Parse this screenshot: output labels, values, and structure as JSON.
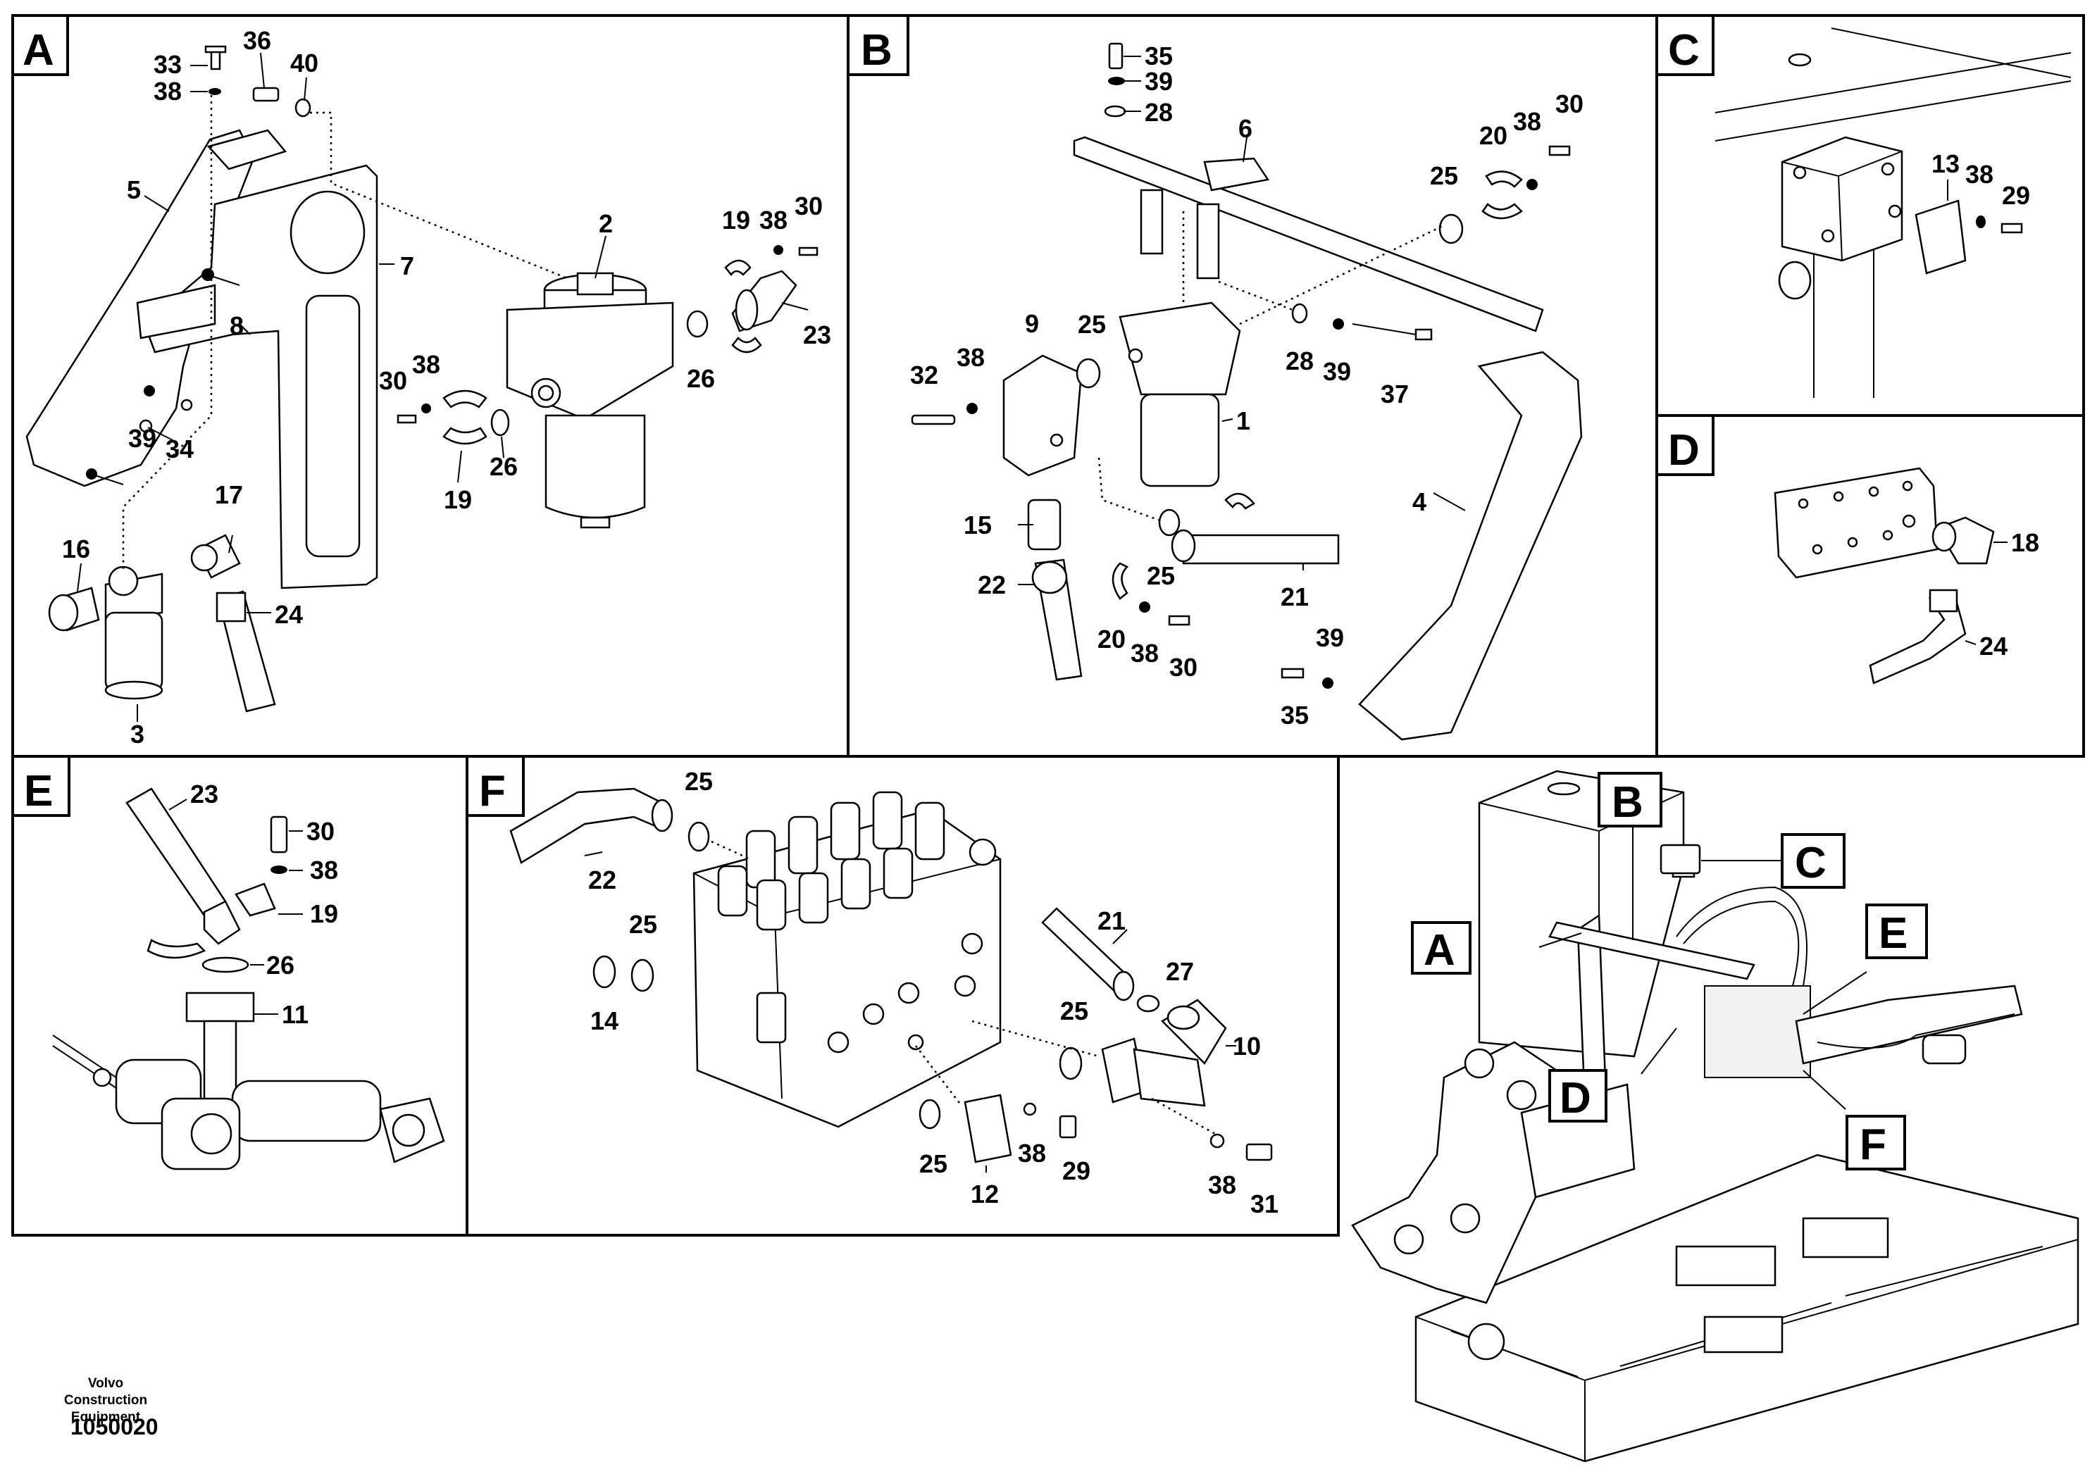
{
  "panels": [
    {
      "id": "A"
    },
    {
      "id": "B"
    },
    {
      "id": "C"
    },
    {
      "id": "D"
    },
    {
      "id": "E"
    },
    {
      "id": "F"
    }
  ],
  "overview_labels": [
    "A",
    "B",
    "C",
    "D",
    "E",
    "F"
  ],
  "callouts": {
    "A": [
      "33",
      "36",
      "40",
      "38",
      "5",
      "7",
      "2",
      "8",
      "19",
      "38",
      "30",
      "30",
      "38",
      "26",
      "23",
      "39",
      "34",
      "26",
      "19",
      "17",
      "16",
      "24",
      "3"
    ],
    "B": [
      "35",
      "39",
      "28",
      "6",
      "20",
      "38",
      "30",
      "25",
      "9",
      "25",
      "38",
      "32",
      "28",
      "39",
      "37",
      "1",
      "15",
      "22",
      "25",
      "4",
      "21",
      "20",
      "38",
      "30",
      "39",
      "35"
    ],
    "C": [
      "13",
      "38",
      "29"
    ],
    "D": [
      "18",
      "24"
    ],
    "E": [
      "23",
      "30",
      "38",
      "19",
      "26",
      "11"
    ],
    "F": [
      "25",
      "22",
      "25",
      "14",
      "25",
      "21",
      "27",
      "25",
      "10",
      "25",
      "12",
      "38",
      "29",
      "38",
      "31"
    ]
  },
  "footer": {
    "brand": "Volvo Construction Equipment",
    "code": "1050020"
  }
}
